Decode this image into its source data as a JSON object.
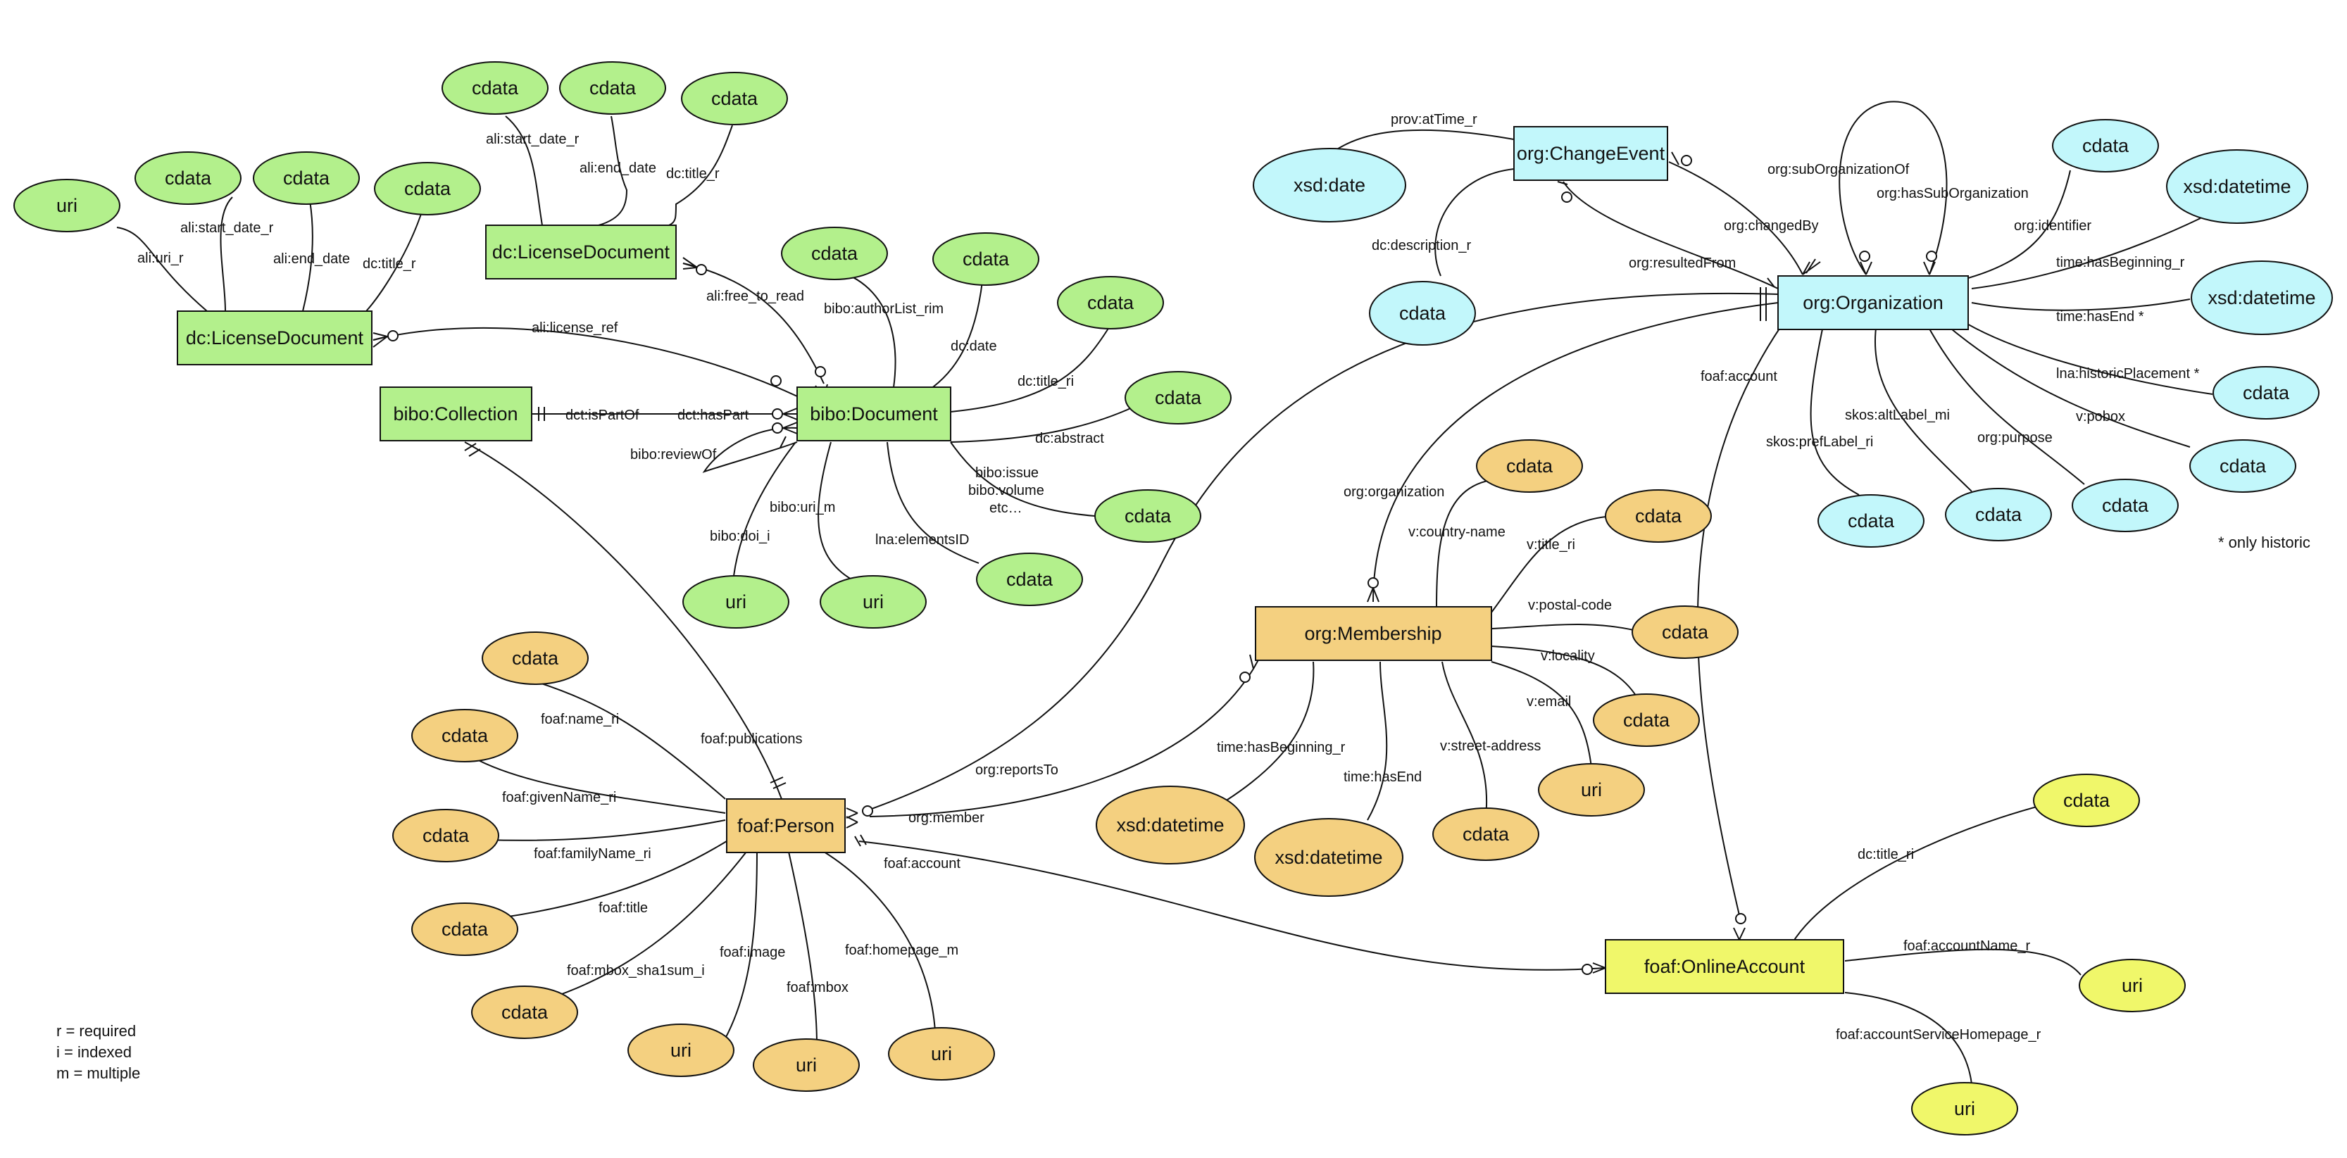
{
  "colors": {
    "green": "#b3f08c",
    "cyan": "#c2f7fb",
    "orange": "#f4d080",
    "yellow": "#f0f76a",
    "stroke": "#111111"
  },
  "nodes": {
    "uri_lic1": "uri",
    "cdata_lic1_start": "cdata",
    "cdata_lic1_end": "cdata",
    "cdata_lic1_title": "cdata",
    "lic_doc_1": "dc:LicenseDocument",
    "cdata_lic2_start": "cdata",
    "cdata_lic2_end": "cdata",
    "cdata_lic2_title": "cdata",
    "lic_doc_2": "dc:LicenseDocument",
    "bibo_collection": "bibo:Collection",
    "bibo_document": "bibo:Document",
    "cdata_authorlist": "cdata",
    "cdata_date": "cdata",
    "cdata_doc_title": "cdata",
    "cdata_abstract": "cdata",
    "cdata_volume": "cdata",
    "cdata_elementsid": "cdata",
    "uri_doi": "uri",
    "uri_doc": "uri",
    "xsd_date": "xsd:date",
    "change_event": "org:ChangeEvent",
    "cdata_change_desc": "cdata",
    "organization": "org:Organization",
    "cdata_org_id": "cdata",
    "xsd_org_begin": "xsd:datetime",
    "xsd_org_end": "xsd:datetime",
    "cdata_historic": "cdata",
    "cdata_pobox": "cdata",
    "cdata_purpose": "cdata",
    "cdata_altlabel": "cdata",
    "cdata_preflabel": "cdata",
    "membership": "org:Membership",
    "cdata_country": "cdata",
    "cdata_mem_title": "cdata",
    "cdata_postal": "cdata",
    "cdata_locality": "cdata",
    "uri_email": "uri",
    "cdata_street": "cdata",
    "xsd_mem_begin": "xsd:datetime",
    "xsd_mem_end": "xsd:datetime",
    "person": "foaf:Person",
    "cdata_name": "cdata",
    "cdata_givenname": "cdata",
    "cdata_familyname": "cdata",
    "cdata_title": "cdata",
    "cdata_mbox_sha": "cdata",
    "uri_image": "uri",
    "uri_mbox": "uri",
    "uri_homepage": "uri",
    "online_account": "foaf:OnlineAccount",
    "cdata_acc_title": "cdata",
    "uri_acc_name": "uri",
    "uri_acc_home": "uri"
  },
  "labels": {
    "ali_uri_r": "ali:uri_r",
    "ali_start_date_r_1": "ali:start_date_r",
    "ali_end_date_1": "ali:end_date",
    "dc_title_r_1": "dc:title_r",
    "ali_start_date_r_2": "ali:start_date_r",
    "ali_end_date_2": "ali:end_date",
    "dc_title_r_2": "dc:title_r",
    "ali_license_ref": "ali:license_ref",
    "ali_free_to_read": "ali:free_to_read",
    "bibo_authorlist": "bibo:authorList_rim",
    "dc_date": "dc:date",
    "dc_title_ri_doc": "dc:title_ri",
    "dc_abstract": "dc:abstract",
    "bibo_issue": "bibo:issue",
    "bibo_volume": "bibo:volume",
    "etc": "etc…",
    "lna_elementsid": "lna:elementsID",
    "bibo_uri_m": "bibo:uri_m",
    "bibo_doi_i": "bibo:doi_i",
    "dct_ispartof": "dct:isPartOf",
    "dct_haspart": "dct:hasPart",
    "bibo_reviewof": "bibo:reviewOf",
    "foaf_publications": "foaf:publications",
    "prov_attime": "prov:atTime_r",
    "dc_description": "dc:description_r",
    "org_resultedfrom": "org:resultedFrom",
    "org_changedby": "org:changedBy",
    "org_suborgof": "org:subOrganizationOf",
    "org_hassuborg": "org:hasSubOrganization",
    "org_identifier": "org:identifier",
    "time_hasbeginning_r": "time:hasBeginning_r",
    "time_hasend_star": "time:hasEnd *",
    "lna_historic": "lna:historicPlacement *",
    "v_pobox": "v:pobox",
    "org_purpose": "org:purpose",
    "skos_altlabel": "skos:altLabel_mi",
    "skos_preflabel": "skos:prefLabel_ri",
    "foaf_account_org": "foaf:account",
    "org_organization": "org:organization",
    "v_country": "v:country-name",
    "v_title_ri": "v:title_ri",
    "v_postal": "v:postal-code",
    "v_locality": "v:locality",
    "v_email": "v:email",
    "v_street": "v:street-address",
    "time_hasbeginning_mem": "time:hasBeginning_r",
    "time_hasend_mem": "time:hasEnd",
    "org_reportsto": "org:reportsTo",
    "org_member": "org:member",
    "foaf_account_person": "foaf:account",
    "foaf_name": "foaf:name_ri",
    "foaf_givenname": "foaf:givenName_ri",
    "foaf_familyname": "foaf:familyName_ri",
    "foaf_title": "foaf:title",
    "foaf_mbox_sha": "foaf:mbox_sha1sum_i",
    "foaf_image": "foaf:image",
    "foaf_mbox": "foaf:mbox",
    "foaf_homepage": "foaf:homepage_m",
    "dc_title_ri_acc": "dc:title_ri",
    "foaf_accountname": "foaf:accountName_r",
    "foaf_acc_homepage": "foaf:accountServiceHomepage_r"
  },
  "notes": {
    "only_historic": "* only historic",
    "legend_r": "r = required",
    "legend_i": "i = indexed",
    "legend_m": "m = multiple"
  }
}
